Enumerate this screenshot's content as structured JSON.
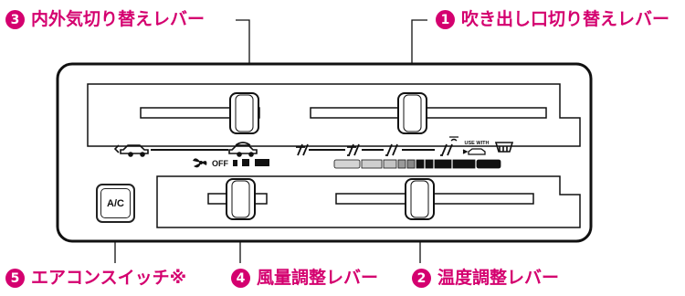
{
  "callouts": [
    {
      "num": "3",
      "label": "内外気切り替えレバー"
    },
    {
      "num": "1",
      "label": "吹き出し口切り替えレバー"
    },
    {
      "num": "5",
      "label": "エアコンスイッチ※"
    },
    {
      "num": "4",
      "label": "風量調整レバー"
    },
    {
      "num": "2",
      "label": "温度調整レバー"
    }
  ],
  "panel": {
    "ac_button_label": "A/C",
    "fan_off_label": "OFF",
    "defrost_use_label": "USE WITH"
  },
  "colors": {
    "accent": "#d4006f",
    "panel_line": "#111111",
    "cool": "#cccccc",
    "warm": "#111111"
  }
}
